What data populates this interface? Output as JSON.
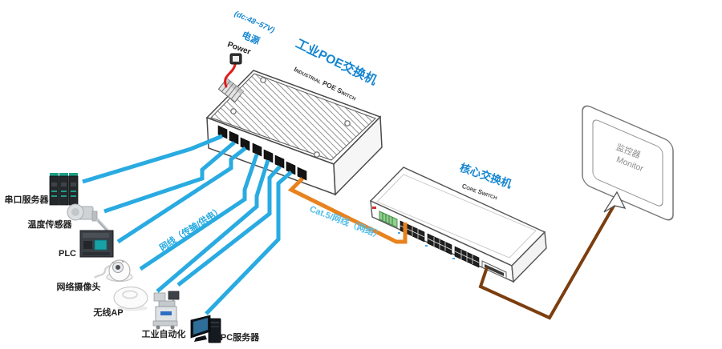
{
  "diagram": {
    "power": {
      "voltage": "(dc:48~57V)",
      "label_zh": "电源",
      "label_en": "Power"
    },
    "poe_switch": {
      "title_zh": "工业POE交换机",
      "title_en": "Industrial POE Switch",
      "port_count": 8
    },
    "core_switch": {
      "title_zh": "核心交换机",
      "title_en": "Core Switch"
    },
    "monitor": {
      "label_zh": "监控器",
      "label_en": "Monitor"
    },
    "cable_labels": {
      "lan": "网线（传输/供电）",
      "uplink": "Cat.5/网线（网络）"
    },
    "devices": [
      {
        "id": "serial-device-server",
        "label": "串口服务器"
      },
      {
        "id": "temperature-sensor",
        "label": "温度传感器"
      },
      {
        "id": "plc",
        "label": "PLC"
      },
      {
        "id": "ip-camera",
        "label": "网络摄像头"
      },
      {
        "id": "wireless-ap",
        "label": "无线AP"
      },
      {
        "id": "industrial-automation",
        "label": "工业自动化"
      },
      {
        "id": "pc-server",
        "label": "PC服务器"
      }
    ],
    "colors": {
      "lan_cable": "#29ABE2",
      "uplink_cable": "#E8821F",
      "monitor_cable": "#7C3E0F",
      "power_cable": "#E11B1B",
      "title_blue": "#1586D0",
      "uplink_label": "#54BEE8",
      "device_label": "#222222",
      "monitor_text": "#8C8C8C"
    }
  }
}
